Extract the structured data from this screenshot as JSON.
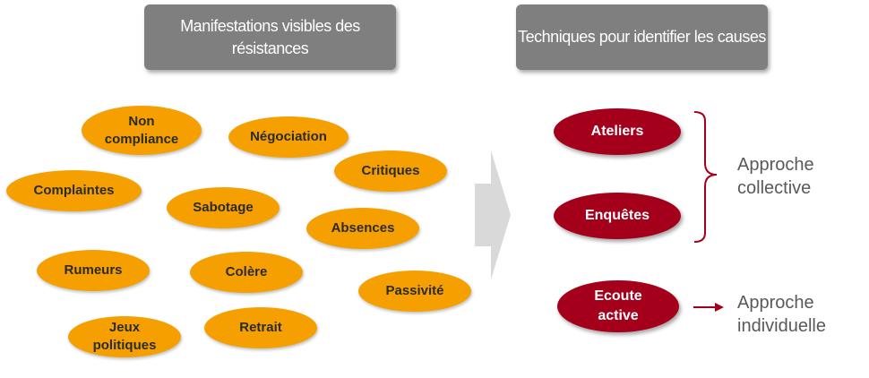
{
  "headers": {
    "left": "Manifestations visibles des résistances",
    "right": "Techniques pour identifier les causes"
  },
  "manifestations": [
    {
      "id": "non-compliance",
      "label": "Non compliance"
    },
    {
      "id": "negociation",
      "label": "Négociation"
    },
    {
      "id": "critiques",
      "label": "Critiques"
    },
    {
      "id": "complaintes",
      "label": "Complaintes"
    },
    {
      "id": "sabotage",
      "label": "Sabotage"
    },
    {
      "id": "absences",
      "label": "Absences"
    },
    {
      "id": "rumeurs",
      "label": "Rumeurs"
    },
    {
      "id": "colere",
      "label": "Colère"
    },
    {
      "id": "passivite",
      "label": "Passivité"
    },
    {
      "id": "jeux-politiques",
      "label": "Jeux politiques"
    },
    {
      "id": "retrait",
      "label": "Retrait"
    }
  ],
  "techniques": [
    {
      "id": "ateliers",
      "label": "Ateliers"
    },
    {
      "id": "enquetes",
      "label": "Enquêtes"
    },
    {
      "id": "ecoute-active",
      "label": "Ecoute active"
    }
  ],
  "approaches": {
    "collective": "Approche collective",
    "individual": "Approche individuelle"
  },
  "colors": {
    "header_bg": "#7f7f7f",
    "oval_orange": "#f5a000",
    "oval_red": "#a5001b",
    "arrow_gray": "#d9d9d9",
    "approach_text": "#595959"
  }
}
